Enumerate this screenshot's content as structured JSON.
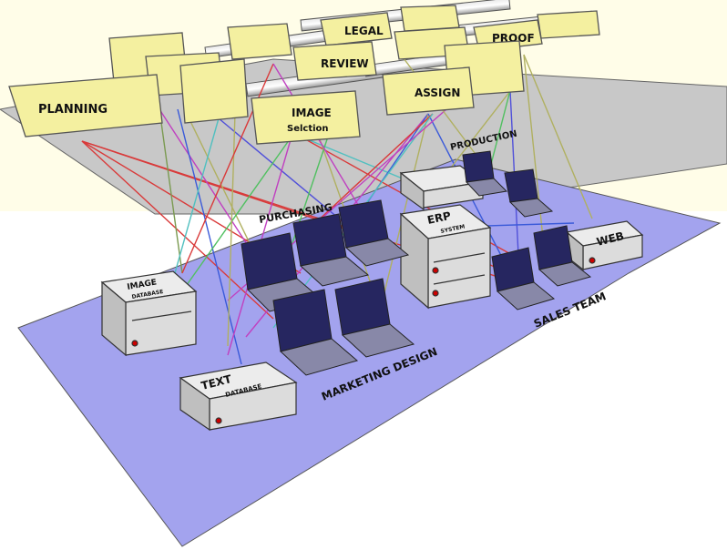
{
  "process_boxes": {
    "planning": "PLANNING",
    "legal": "LEGAL",
    "review": "REVIEW",
    "proof": "PROOF",
    "image_line1": "IMAGE",
    "image_line2": "Selction",
    "assign": "ASSIGN"
  },
  "areas": {
    "production": "PRODUCTION",
    "purchasing": "PURCHASING",
    "marketing_design": "MARKETING DESIGN",
    "sales_team": "SALES TEAM"
  },
  "servers": {
    "image_db_line1": "IMAGE",
    "image_db_line2": "DATABASE",
    "text_db_line1": "TEXT",
    "text_db_line2": "DATABASE",
    "erp_line1": "ERP",
    "erp_line2": "SYSTEM",
    "web": "WEB"
  },
  "colors": {
    "process_box_fill": "#f4f0a0",
    "top_plane": "#c8c8c8",
    "bottom_plane": "#a3a3ee",
    "background_tint": "#fffde8"
  }
}
